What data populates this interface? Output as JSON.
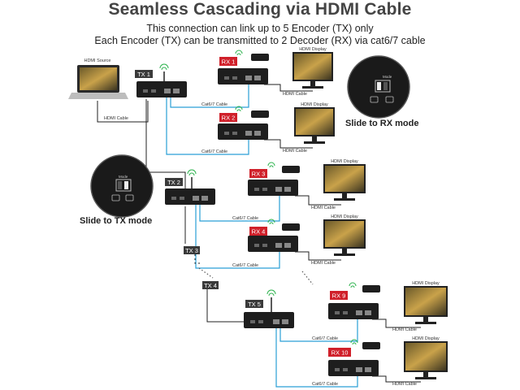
{
  "header": {
    "title": "Seamless Cascading via HDMI Cable",
    "line1": "This connection can link up to 5 Encoder (TX) only",
    "line2": "Each Encoder (TX) can be transmitted to 2 Decoder (RX) via cat6/7 cable"
  },
  "labels": {
    "hdmi_source": "HDMI Source",
    "hdmi_display": "HDMI Display",
    "hdmi_cable": "HDMI Cable",
    "cat_cable": "Cat6/7 Cable",
    "tx1": "TX 1",
    "tx2": "TX 2",
    "tx3": "TX 3",
    "tx4": "TX 4",
    "tx5": "TX 5",
    "rx1": "RX 1",
    "rx2": "RX 2",
    "rx3": "RX 3",
    "rx4": "RX 4",
    "rx9": "RX 9",
    "rx10": "RX 10",
    "slide_rx": "Slide to RX mode",
    "slide_tx": "Slide to TX mode",
    "mode": "Mode"
  },
  "colors": {
    "cat_cable": "#2a9fd6",
    "rx_badge": "#d0202a",
    "tx_badge": "#3a3a3a"
  }
}
